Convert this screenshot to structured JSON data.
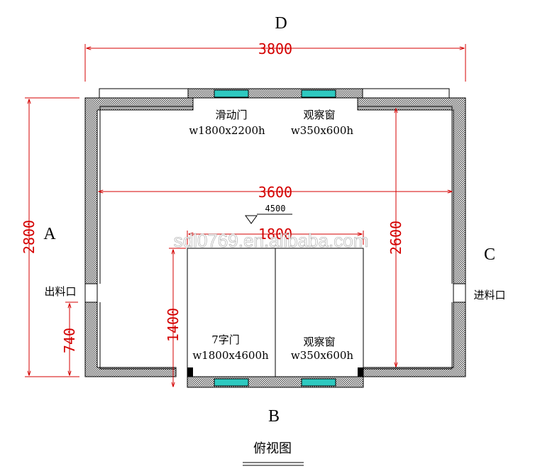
{
  "side_labels": {
    "top": "D",
    "left": "A",
    "right": "C",
    "bottom": "B"
  },
  "dimensions": {
    "overall_width": "3800",
    "inner_width": "3600",
    "overall_depth": "2800",
    "inner_depth": "2600",
    "inner_room_width": "1800",
    "inner_room_depth": "1400",
    "port_height": "740",
    "ceiling_level": "4500"
  },
  "doors": {
    "sliding_door": {
      "name": "滑动门",
      "size": "w1800x2200h"
    },
    "window_top": {
      "name": "观察窗",
      "size": "w350x600h"
    },
    "seven_door": {
      "name": "7字门",
      "size": "w1800x4600h"
    },
    "window_bottom": {
      "name": "观察窗",
      "size": "w350x600h"
    }
  },
  "ports": {
    "outlet": "出料口",
    "inlet": "进料口"
  },
  "watermark": "sdl0769.en.alibaba.com",
  "view_title": "俯视图",
  "colors": {
    "dimension": "#d40000",
    "glass": "#2ec9c0",
    "line": "#000000"
  }
}
